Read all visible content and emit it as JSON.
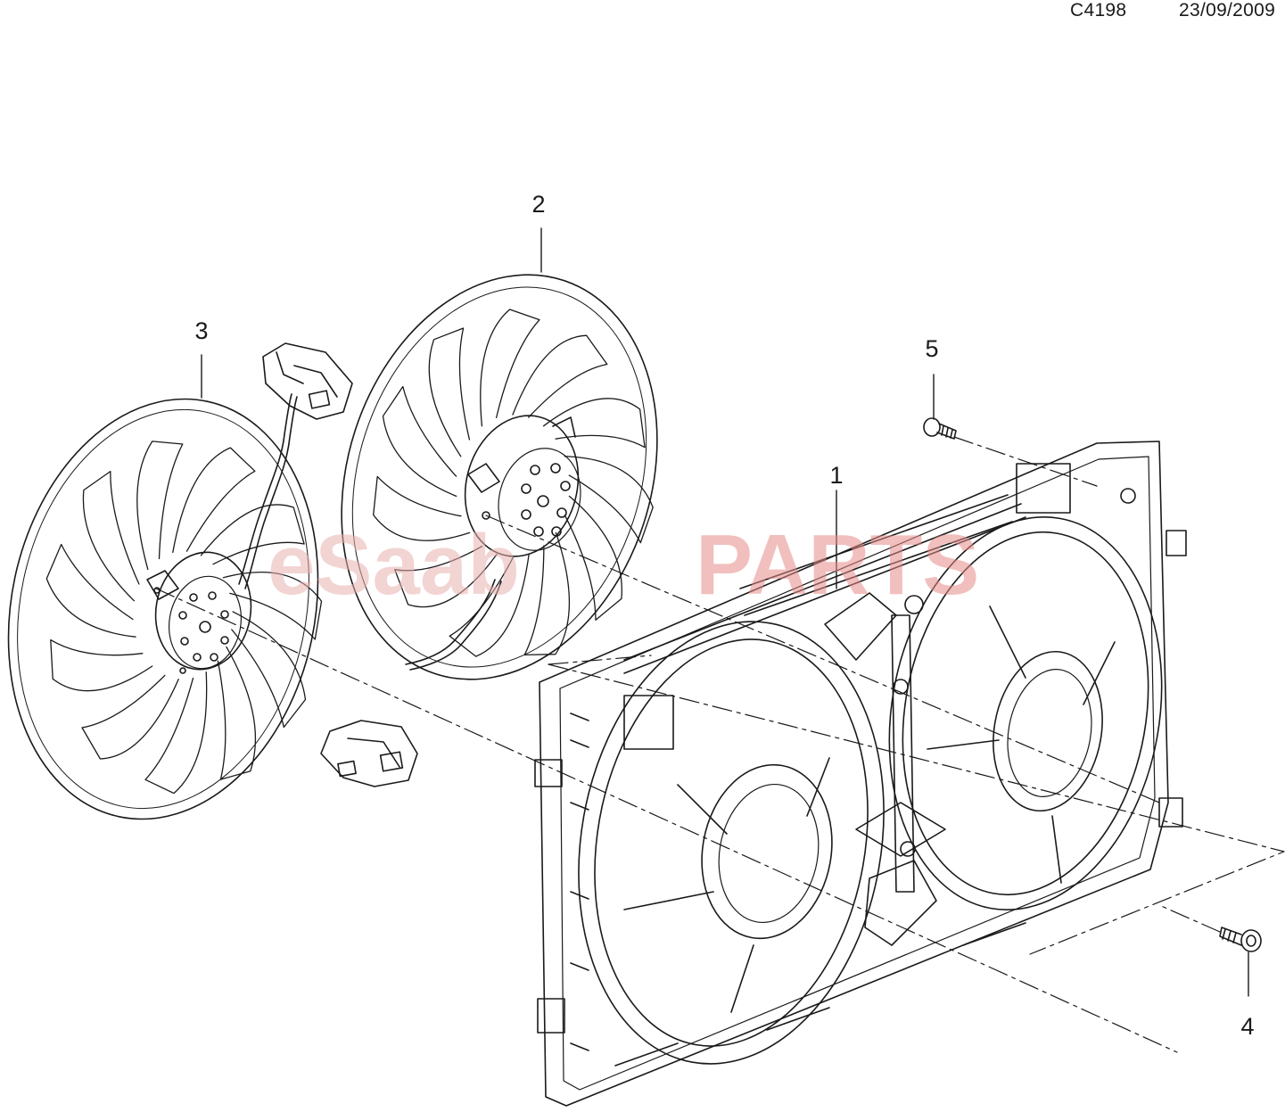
{
  "header": {
    "diagram_code": "C4198",
    "date": "23/09/2009"
  },
  "watermark": {
    "part1": "eSaab",
    "part2": "PARTS",
    "color1": "#e8b0ae",
    "color2": "#e68a86"
  },
  "callouts": [
    {
      "id": "1",
      "label": "1"
    },
    {
      "id": "2",
      "label": "2"
    },
    {
      "id": "3",
      "label": "3"
    },
    {
      "id": "4",
      "label": "4"
    },
    {
      "id": "5",
      "label": "5"
    }
  ],
  "colors": {
    "line": "#1a1a1a",
    "background": "#ffffff"
  }
}
